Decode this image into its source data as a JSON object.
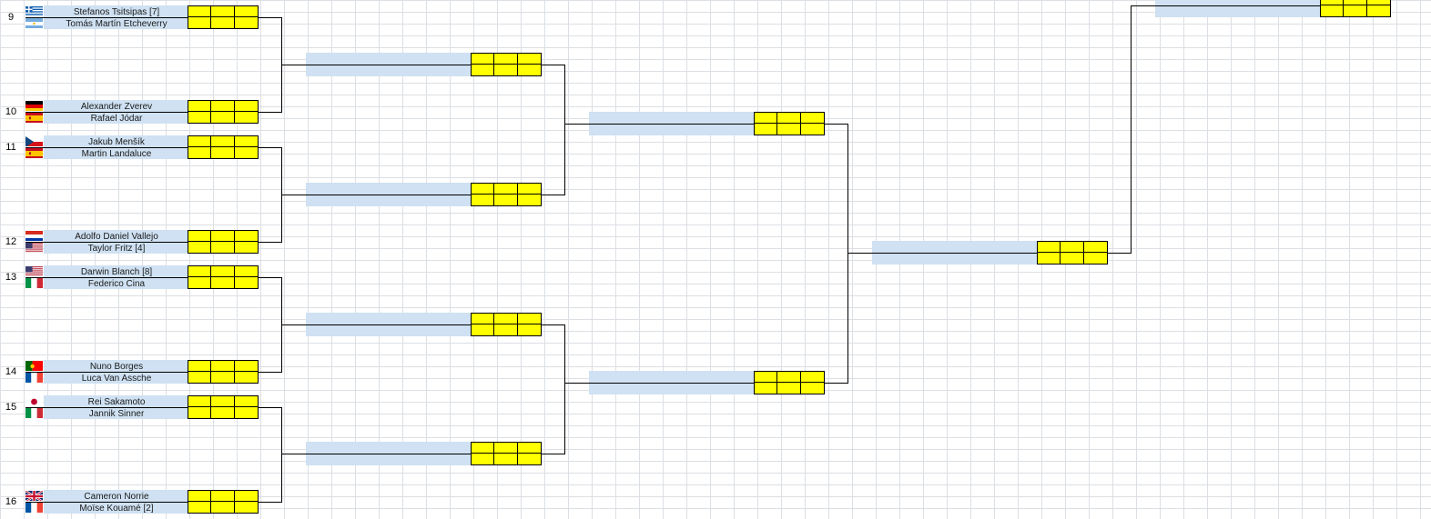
{
  "bracket": {
    "players": [
      {
        "seed": "9",
        "name": "Stefanos Tsitsipas [7]",
        "flag": "greece-flag-icon"
      },
      {
        "seed": "",
        "name": "Tomás Martín Etcheverry",
        "flag": "argentina-flag-icon"
      },
      {
        "seed": "10",
        "name": "Alexander Zverev",
        "flag": "germany-flag-icon"
      },
      {
        "seed": "",
        "name": "Rafael Jódar",
        "flag": "spain-flag-icon"
      },
      {
        "seed": "11",
        "name": "Jakub Menšík",
        "flag": "czechia-flag-icon"
      },
      {
        "seed": "",
        "name": "Martin Landaluce",
        "flag": "spain-flag-icon"
      },
      {
        "seed": "12",
        "name": "Adolfo Daniel Vallejo",
        "flag": "paraguay-flag-icon"
      },
      {
        "seed": "",
        "name": "Taylor Fritz [4]",
        "flag": "usa-flag-icon"
      },
      {
        "seed": "13",
        "name": "Darwin Blanch [8]",
        "flag": "usa-flag-icon"
      },
      {
        "seed": "",
        "name": "Federico Cina",
        "flag": "italy-flag-icon"
      },
      {
        "seed": "14",
        "name": "Nuno Borges",
        "flag": "portugal-flag-icon"
      },
      {
        "seed": "",
        "name": "Luca Van Assche",
        "flag": "france-flag-icon"
      },
      {
        "seed": "15",
        "name": "Rei Sakamoto",
        "flag": "japan-flag-icon"
      },
      {
        "seed": "",
        "name": "Jannik Sinner",
        "flag": "italy-flag-icon"
      },
      {
        "seed": "16",
        "name": "Cameron Norrie",
        "flag": "uk-flag-icon"
      },
      {
        "seed": "",
        "name": "Moïse Kouamé [2]",
        "flag": "france-flag-icon"
      }
    ]
  },
  "colors": {
    "score_box": "#ffff00",
    "name_band": "#cfe1f2",
    "gridline": "#dcdfe3",
    "connector": "#000000"
  }
}
